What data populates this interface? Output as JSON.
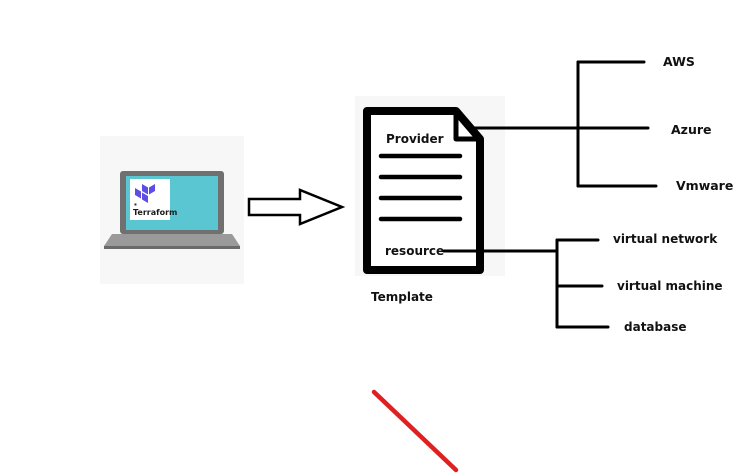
{
  "laptop": {
    "brand_label": "Terraform",
    "brand_color": "#5c4ee5",
    "screen_color": "#59c6d1",
    "icon": "terraform-logo-icon"
  },
  "flow_arrow": {
    "icon": "right-arrow-icon"
  },
  "template": {
    "caption": "Template",
    "provider_label": "Provider",
    "resource_label": "resource",
    "icon": "document-icon"
  },
  "providers": [
    {
      "label": "AWS"
    },
    {
      "label": "Azure"
    },
    {
      "label": "Vmware"
    }
  ],
  "resources": [
    {
      "label": "virtual network"
    },
    {
      "label": "virtual machine"
    },
    {
      "label": "database"
    }
  ],
  "colors": {
    "line": "#000000",
    "slash": "#e02020"
  }
}
